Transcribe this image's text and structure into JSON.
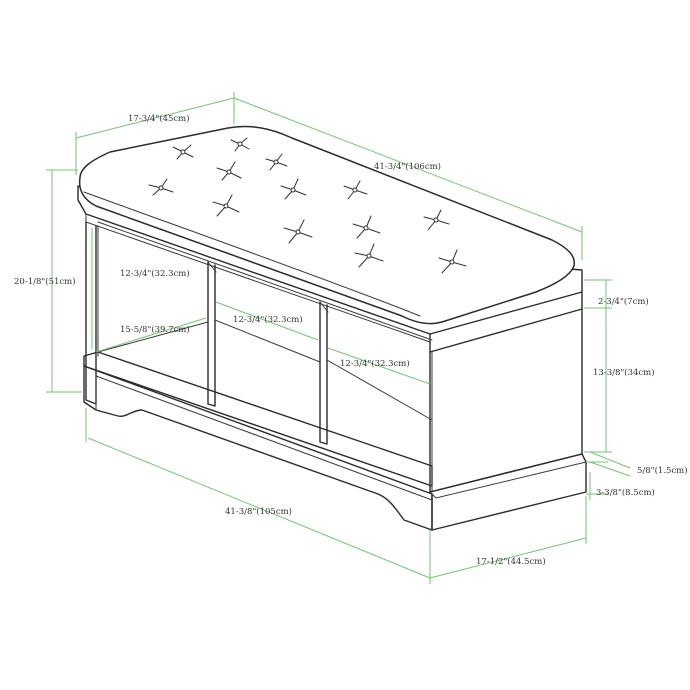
{
  "product": {
    "name": "storage bench with tufted cushion",
    "color_line": "#2b2b2b",
    "color_dimension": "#6fc96f"
  },
  "dimensions": {
    "top_depth": "17-3/4\"(45cm)",
    "top_width": "41-3/4\"(106cm)",
    "overall_height": "20-1/8\"(51cm)",
    "cubby_height": "12-3/4\"(32.3cm)",
    "cubby_depth": "15-5/8\"(39.7cm)",
    "cubby_width_center": "12-3/4\"(32.3cm)",
    "cubby_width_right": "12-3/4\"(32.3cm)",
    "top_thickness": "2-3/4\"(7cm)",
    "side_height": "13-3/8\"(34cm)",
    "base_lip": "5/8\"(1.5cm)",
    "base_height": "3-3/8\"(8.5cm)",
    "base_width": "41-3/8\"(105cm)",
    "base_depth": "17-1/2\"(44.5cm)"
  }
}
